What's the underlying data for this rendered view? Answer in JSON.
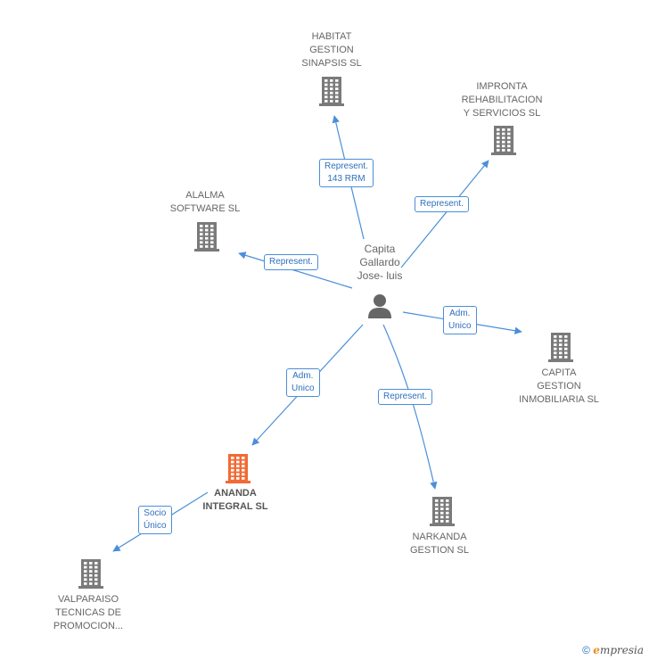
{
  "colors": {
    "edge": "#4a8fd9",
    "building": "#7a7a7a",
    "focus_building": "#f26a35",
    "person": "#666666"
  },
  "icons": {
    "company": "building-icon",
    "person": "person-icon"
  },
  "center": {
    "lines": [
      "Capita",
      "Gallardo",
      "Jose- luis"
    ]
  },
  "nodes": [
    {
      "id": "habitat",
      "lines": [
        "HABITAT",
        "GESTION",
        "SINAPSIS SL"
      ],
      "focus": false
    },
    {
      "id": "impronta",
      "lines": [
        "IMPRONTA",
        "REHABILITACION",
        "Y SERVICIOS SL"
      ],
      "focus": false
    },
    {
      "id": "alalma",
      "lines": [
        "ALALMA",
        "SOFTWARE SL"
      ],
      "focus": false
    },
    {
      "id": "capita-gestion",
      "lines": [
        "CAPITA",
        "GESTION",
        "INMOBILIARIA SL"
      ],
      "focus": false
    },
    {
      "id": "ananda",
      "lines": [
        "ANANDA",
        "INTEGRAL SL"
      ],
      "focus": true
    },
    {
      "id": "narkanda",
      "lines": [
        "NARKANDA",
        "GESTION SL"
      ],
      "focus": false
    },
    {
      "id": "valparaiso",
      "lines": [
        "VALPARAISO",
        "TECNICAS DE",
        "PROMOCION..."
      ],
      "focus": false
    }
  ],
  "edges": [
    {
      "id": "e-habitat",
      "label": [
        "Represent.",
        "143 RRM"
      ]
    },
    {
      "id": "e-impronta",
      "label": [
        "Represent."
      ]
    },
    {
      "id": "e-alalma",
      "label": [
        "Represent."
      ]
    },
    {
      "id": "e-capita-gestion",
      "label": [
        "Adm.",
        "Unico"
      ]
    },
    {
      "id": "e-ananda",
      "label": [
        "Adm.",
        "Unico"
      ]
    },
    {
      "id": "e-narkanda",
      "label": [
        "Represent."
      ]
    },
    {
      "id": "e-valparaiso",
      "label": [
        "Socio",
        "Único"
      ]
    }
  ],
  "footer": {
    "copyright": "©",
    "brand_initial": "e",
    "brand_rest": "mpresia"
  }
}
